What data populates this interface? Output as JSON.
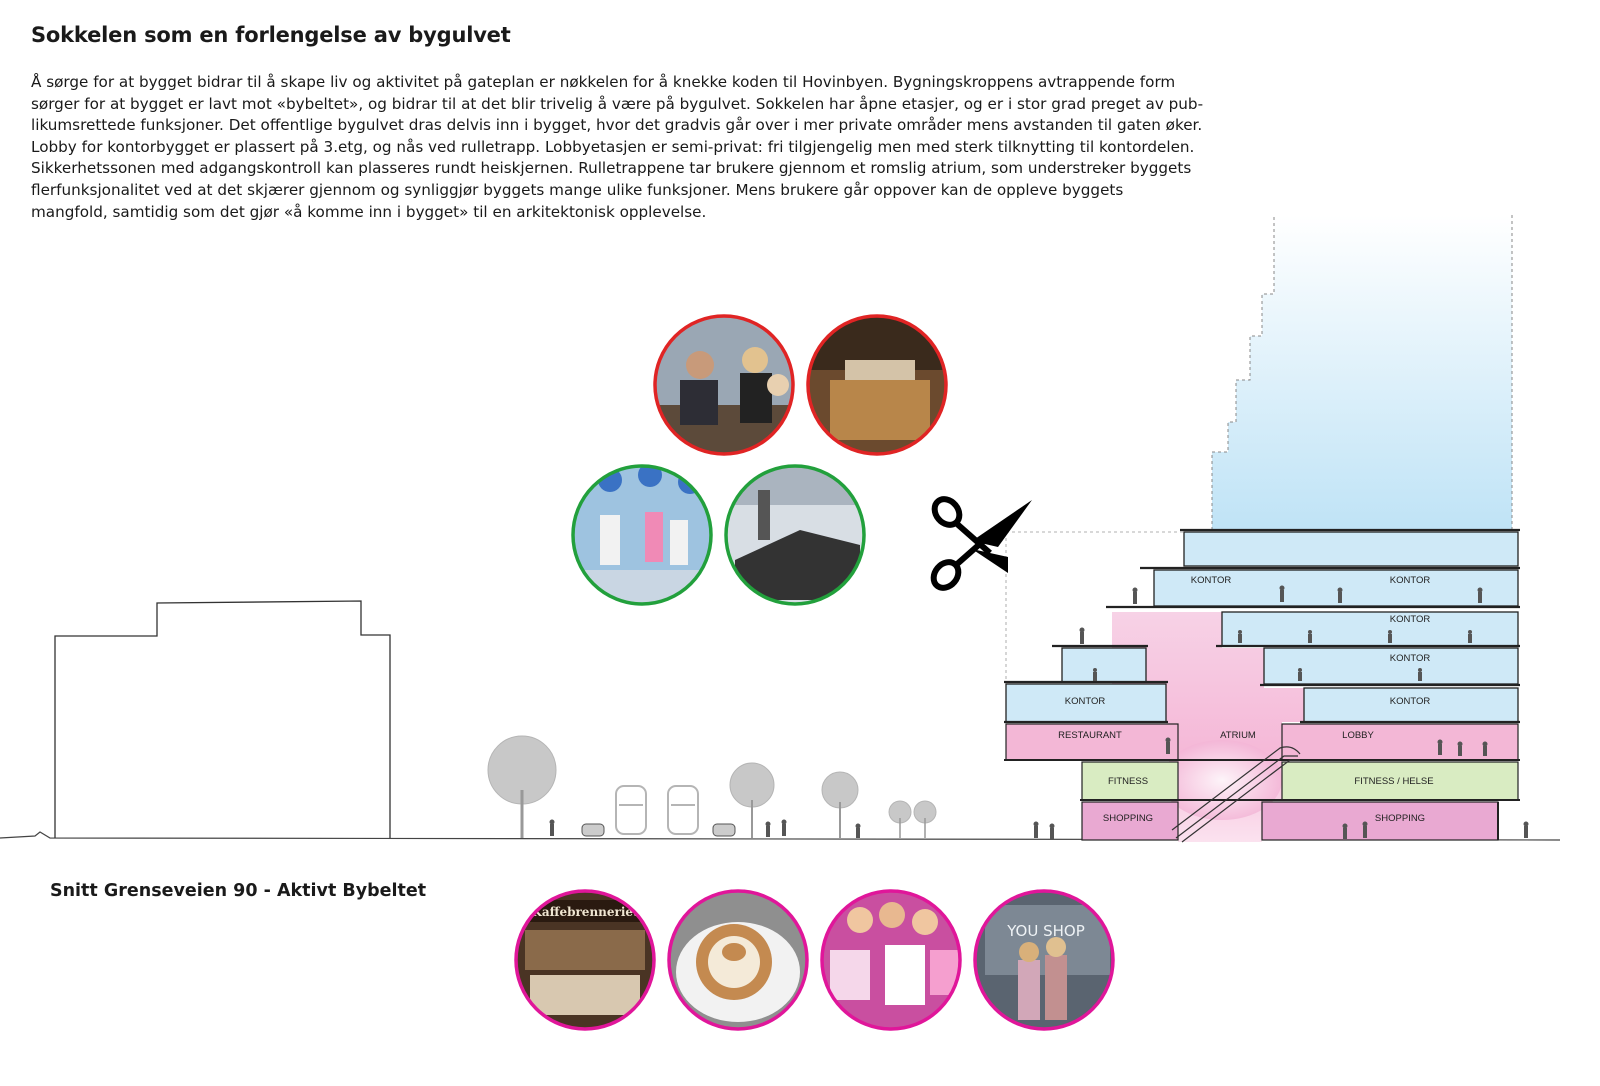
{
  "heading": "Sokkelen som en forlengelse av bygulvet",
  "paragraph_lines": [
    "Å sørge for at bygget bidrar til å skape liv og aktivitet på gateplan er nøkkelen for å knekke koden til Hovinbyen. Bygningskroppens avtrappende form",
    "sørger for at bygget er lavt mot «bybeltet», og bidrar til at det blir trivelig å være på bygulvet. Sokkelen har åpne etasjer, og er i stor grad preget av pub-",
    "likumsrettede funksjoner. Det offentlige bygulvet dras delvis inn i bygget, hvor det gradvis går over i mer private områder mens avstanden til gaten øker.",
    "Lobby for kontorbygget er plassert på 3.etg, og nås ved rulletrapp. Lobbyetasjen er semi-privat: fri tilgjengelig men med sterk tilknytting til kontordelen.",
    "Sikkerhetssonen med adgangskontroll kan plasseres rundt heiskjernen. Rulletrappene tar brukere gjennom et romslig atrium, som understreker byggets",
    "flerfunksjonalitet ved at det skjærer gjennom og synliggjør byggets mange ulike funksjoner. Mens brukere går oppover kan de oppleve byggets",
    "mangfold, samtidig som det gjør «å komme inn i bygget» til en arkitektonisk opplevelse."
  ],
  "caption": "Snitt Grenseveien 90 - Aktivt Bybeltet",
  "labels": {
    "kontor": "KONTOR",
    "restaurant": "RESTAURANT",
    "atrium": "ATRIUM",
    "lobby": "LOBBY",
    "fitness": "FITNESS",
    "fitness_helse": "FITNESS / HELSE",
    "shopping": "SHOPPING"
  },
  "photo_circles": {
    "restaurant": [
      "restaurant-waitress-photo",
      "restaurant-dining-room-photo"
    ],
    "fitness": [
      "fitness-class-photo",
      "treadmill-gym-photo"
    ],
    "shopping": [
      "Kaffebrenneriet",
      "coffee-latte-photo",
      "shopping-girls-photo",
      "YOU SHOP"
    ]
  },
  "colors": {
    "restaurant_ring": "#e02424",
    "fitness_ring": "#22a03c",
    "shopping_ring": "#e0169a",
    "office_blue": "#cfe9f7",
    "atrium_pink": "#f6a9d4",
    "restaurant_pink": "#f3b7d6",
    "fitness_green": "#d9ecc2",
    "shopping_pink": "#e9a9d2"
  }
}
